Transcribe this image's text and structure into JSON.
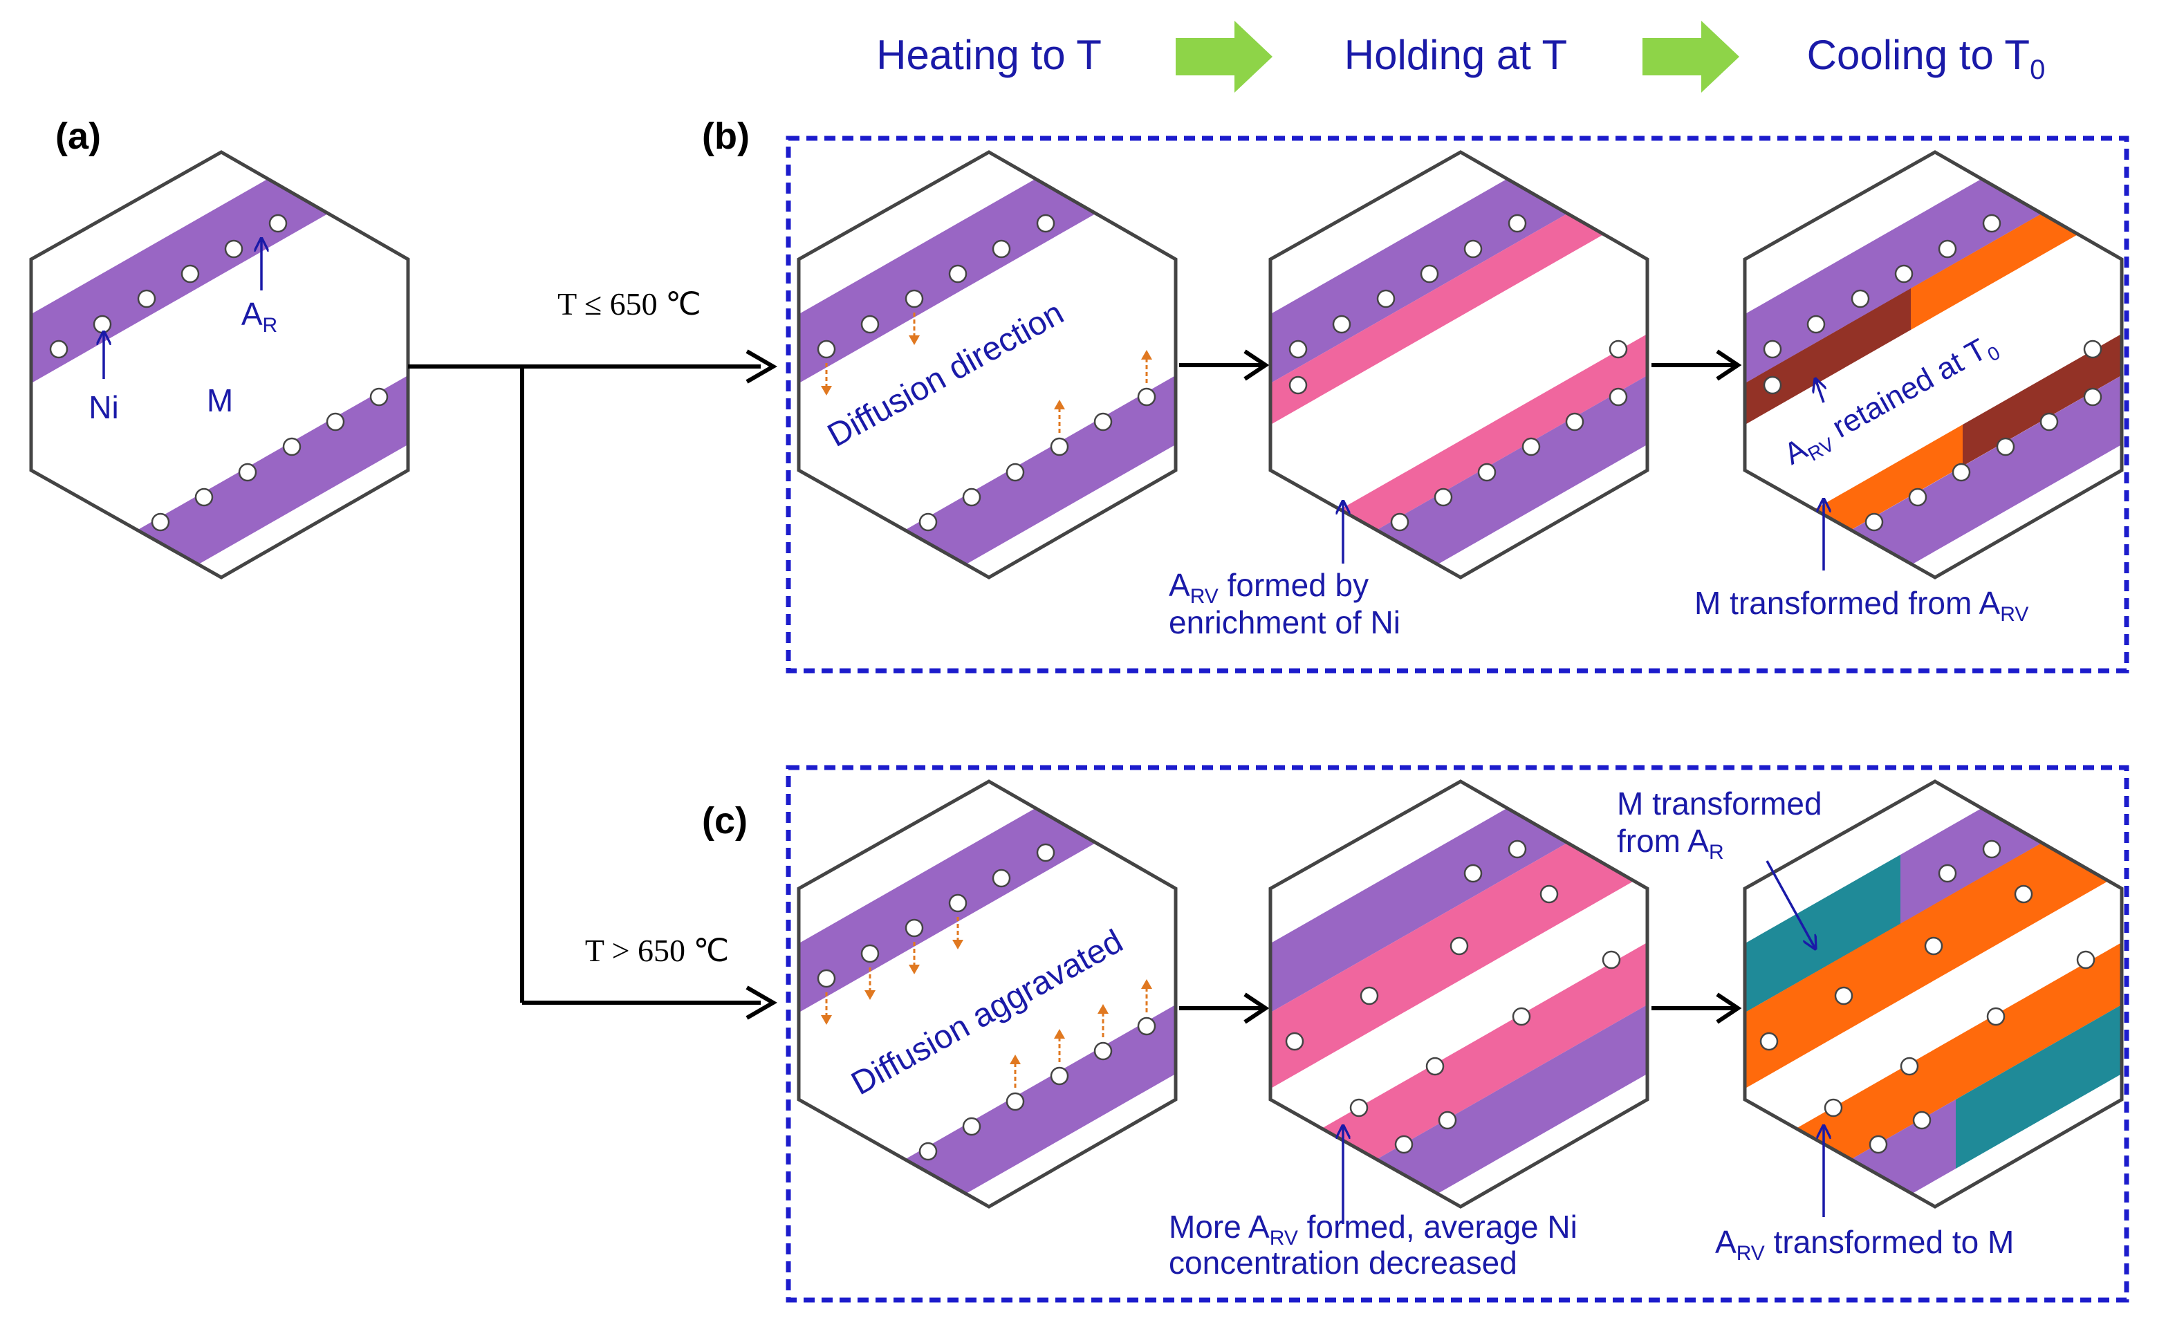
{
  "header": {
    "step1": "Heating to T",
    "step2": "Holding at T",
    "step3": "Cooling to T",
    "step3_sub": "0"
  },
  "panels": {
    "a": "(a)",
    "b": "(b)",
    "c": "(c)"
  },
  "branch": {
    "low": "T ≤ 650 ℃",
    "high": "T > 650 ℃"
  },
  "panel_a": {
    "ni": "Ni",
    "m": "M",
    "ar_main": "A",
    "ar_sub": "R"
  },
  "panel_b": {
    "diffusion": "Diffusion direction",
    "arv_formed_main": "A",
    "arv_formed_sub": "RV",
    "arv_formed_rest": " formed by",
    "arv_formed_line2": "enrichment of Ni",
    "retained_main": "A",
    "retained_sub": "RV",
    "retained_rest": " retained at T",
    "retained_sub2": "0",
    "m_transformed_main": "M transformed from A",
    "m_transformed_sub": "RV"
  },
  "panel_c": {
    "diffusion": "Diffusion aggravated",
    "more_main": "More A",
    "more_sub": "RV",
    "more_rest": " formed, average Ni",
    "more_line2": "concentration decreased",
    "m_from_ar_line1": "M transformed",
    "m_from_ar_main": "from A",
    "m_from_ar_sub": "R",
    "arv_to_m_main": "A",
    "arv_to_m_sub": "RV",
    "arv_to_m_rest": " transformed to M"
  },
  "colors": {
    "label_blue": "#1a1aa8",
    "frame_blue": "#1c1ccc",
    "purple": "#9966c4",
    "pink": "#f0669e",
    "orange": "#ff6a0c",
    "dark_red": "#933226",
    "teal": "#1f8a98",
    "arrow_green": "#8ed448",
    "diffusion_arrow": "#e07820"
  }
}
